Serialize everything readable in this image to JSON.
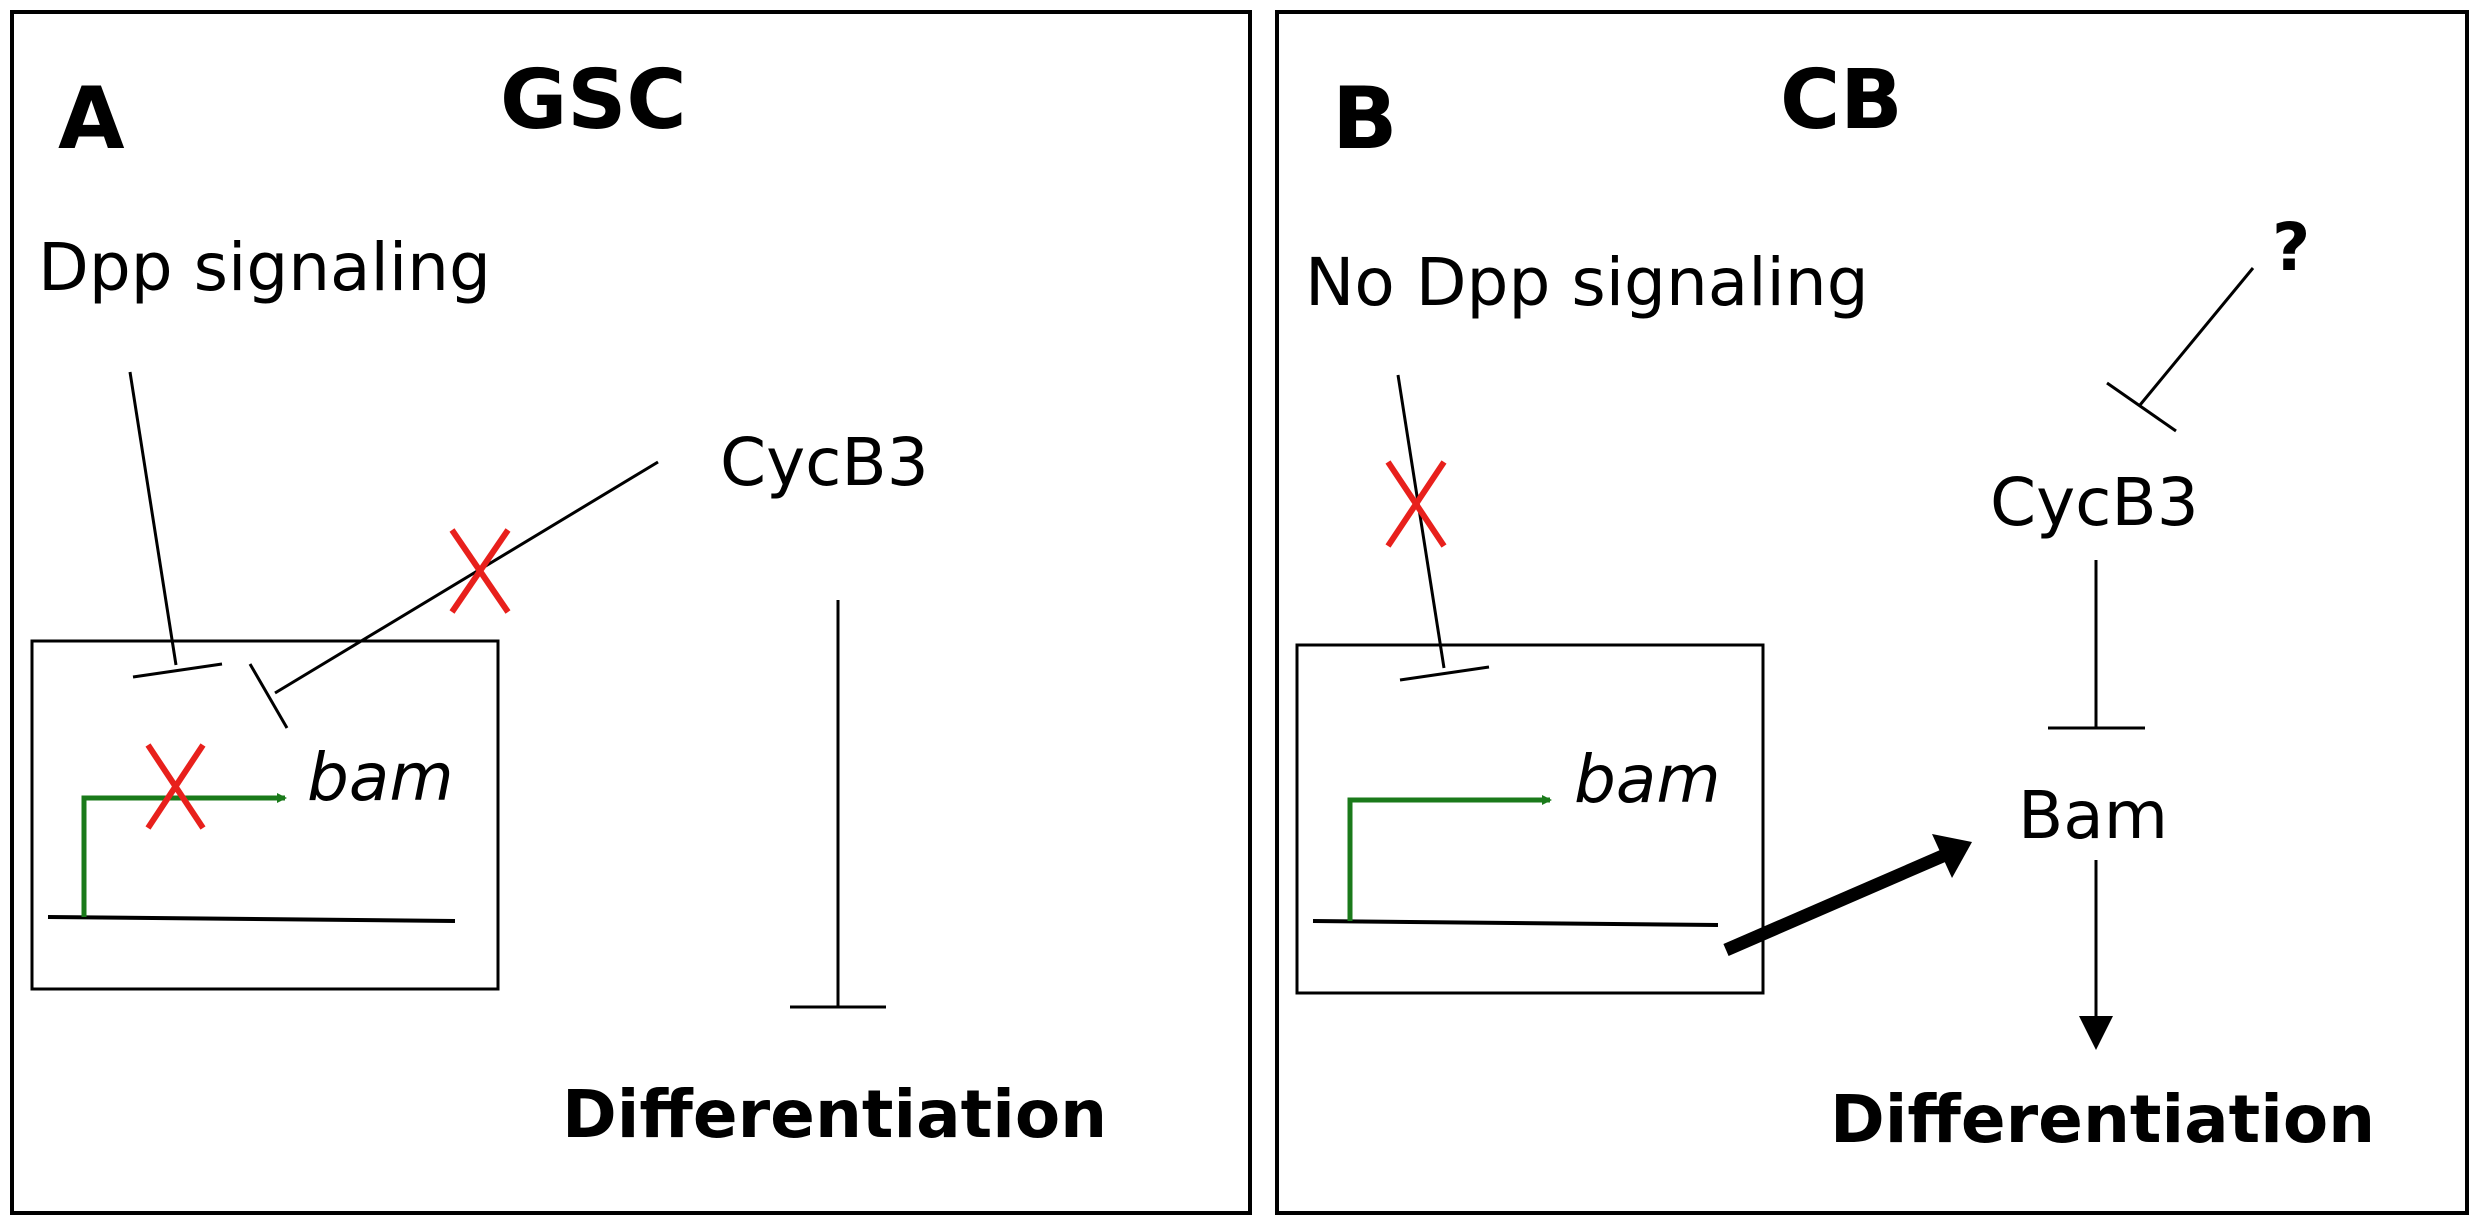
{
  "panel_a": {
    "letter": "A",
    "title": "GSC",
    "signal_label": "Dpp signaling",
    "regulator_label": "CycB3",
    "gene_label": "bam",
    "outcome_label": "Differentiation"
  },
  "panel_b": {
    "letter": "B",
    "title": "CB",
    "signal_label": "No Dpp signaling",
    "unknown_label": "?",
    "regulator_label": "CycB3",
    "protein_label": "Bam",
    "gene_label": "bam",
    "outcome_label": "Differentiation"
  },
  "colors": {
    "line": "#000000",
    "promoter_arrow": "#1a7a1a",
    "block_mark": "#e8201c"
  }
}
